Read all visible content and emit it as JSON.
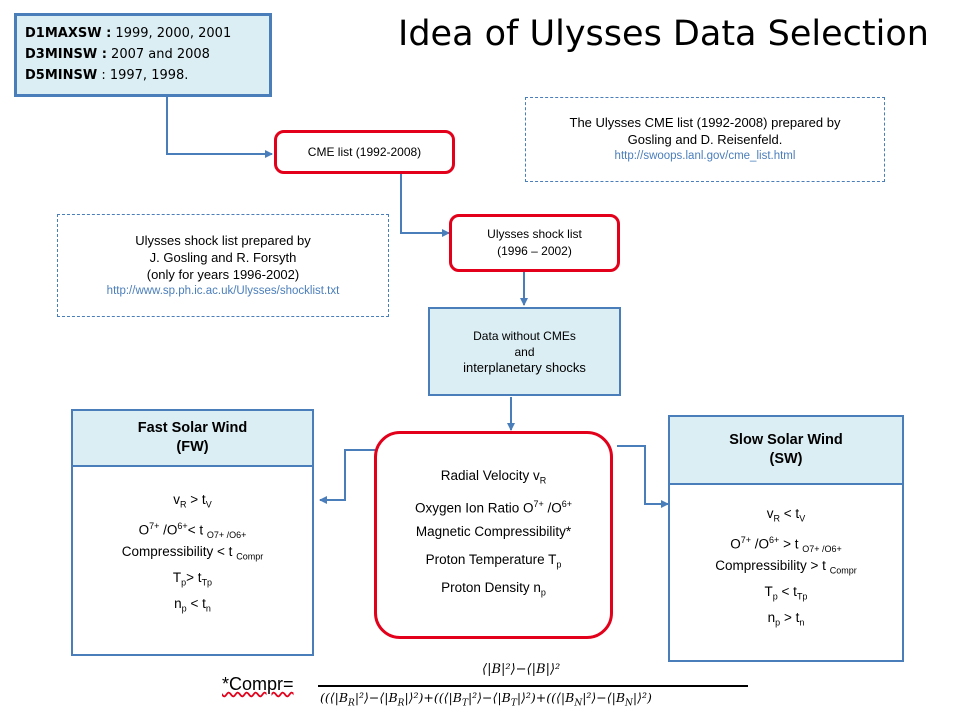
{
  "title": "Idea of Ulysses Data Selection",
  "missions": [
    {
      "code": "D1MAXSW :",
      "years": " 1999, 2000, 2001"
    },
    {
      "code": "D3MINSW :",
      "years": " 2007 and 2008"
    },
    {
      "code": "D5MINSW",
      "years": " : 1997, 1998."
    }
  ],
  "cme_list_box": "CME list (1992-2008)",
  "cme_note": {
    "line1": "The Ulysses CME list  (1992-2008) prepared by",
    "line2": "Gosling and D. Reisenfeld.",
    "url": "http://swoops.lanl.gov/cme_list.html"
  },
  "shock_list_box": {
    "line1": "Ulysses shock list",
    "line2": "(1996 – 2002)"
  },
  "shock_note": {
    "line1": "Ulysses shock list prepared by",
    "line2": "J. Gosling and R. Forsyth",
    "line3": "(only for years 1996-2002)",
    "url": "http://www.sp.ph.ic.ac.uk/Ulysses/shocklist.txt"
  },
  "data_box": {
    "line1": "Data without CMEs",
    "line2": "and",
    "line3": "interplanetary shocks"
  },
  "criteria": {
    "radial_velocity": "Radial  Velocity  v",
    "radial_velocity_sub": "R",
    "oxygen_ratio": "Oxygen Ion Ratio O",
    "magnetic": "Magnetic Compressibility*",
    "temperature": "Proton Temperature  T",
    "temperature_sub": "p",
    "density": "Proton Density  n",
    "density_sub": "p"
  },
  "fast_wind": {
    "title": "Fast Solar Wind",
    "abbr": "(FW)"
  },
  "slow_wind": {
    "title": "Slow Solar Wind",
    "abbr": "(SW)"
  },
  "formula": {
    "lhs": "*Compr="
  }
}
